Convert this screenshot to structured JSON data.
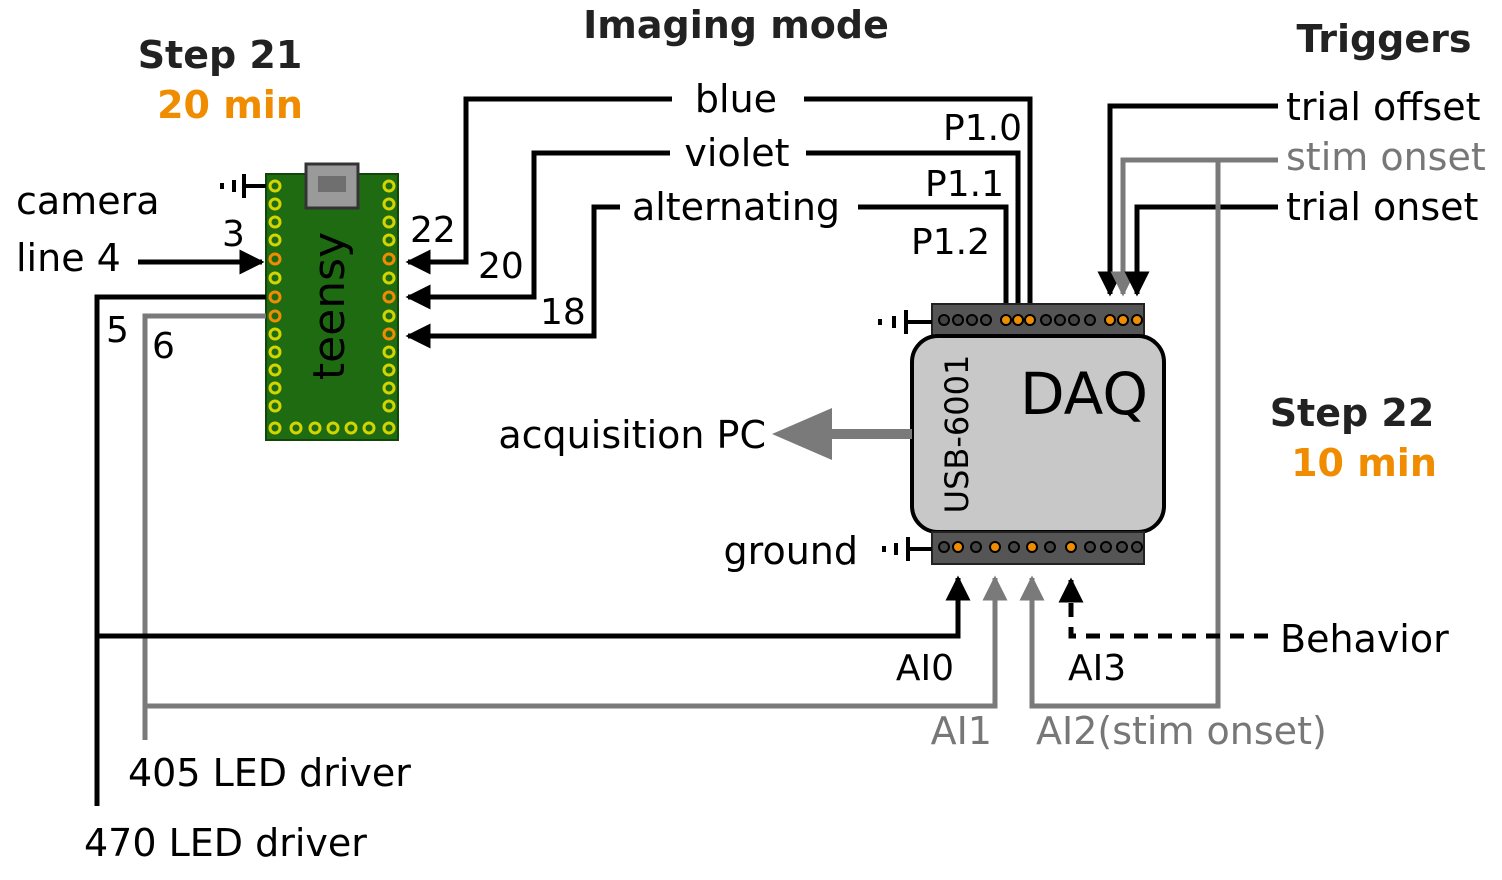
{
  "headings": {
    "imaging_mode": "Imaging mode",
    "triggers": "Triggers",
    "step21": "Step 21",
    "step21_time": "20 min",
    "step22": "Step 22",
    "step22_time": "10 min"
  },
  "teensy": {
    "label": "teensy",
    "pin_3": "3",
    "pin_5": "5",
    "pin_6": "6",
    "pin_22": "22",
    "pin_20": "20",
    "pin_18": "18"
  },
  "inputs": {
    "camera": "camera",
    "line4": "line 4",
    "led405": "405 LED driver",
    "led470": "470 LED driver"
  },
  "imaging_lines": {
    "blue": "blue",
    "violet": "violet",
    "alternating": "alternating",
    "p10": "P1.0",
    "p11": "P1.1",
    "p12": "P1.2"
  },
  "triggers": {
    "trial_offset": "trial offset",
    "stim_onset": "stim onset",
    "trial_onset": "trial onset"
  },
  "daq": {
    "title": "DAQ",
    "model": "USB-6001",
    "acquisition_pc": "acquisition PC",
    "ground": "ground",
    "behavior": "Behavior",
    "ai0": "AI0",
    "ai1": "AI1",
    "ai2": "AI2(stim onset)",
    "ai3": "AI3"
  },
  "colors": {
    "orange": "#f08c00",
    "teensy_green": "#1e6b12",
    "pin_yellow": "#d4d400",
    "daq_gray": "#c8c8c8",
    "wire_gray": "#7a7a7a"
  }
}
